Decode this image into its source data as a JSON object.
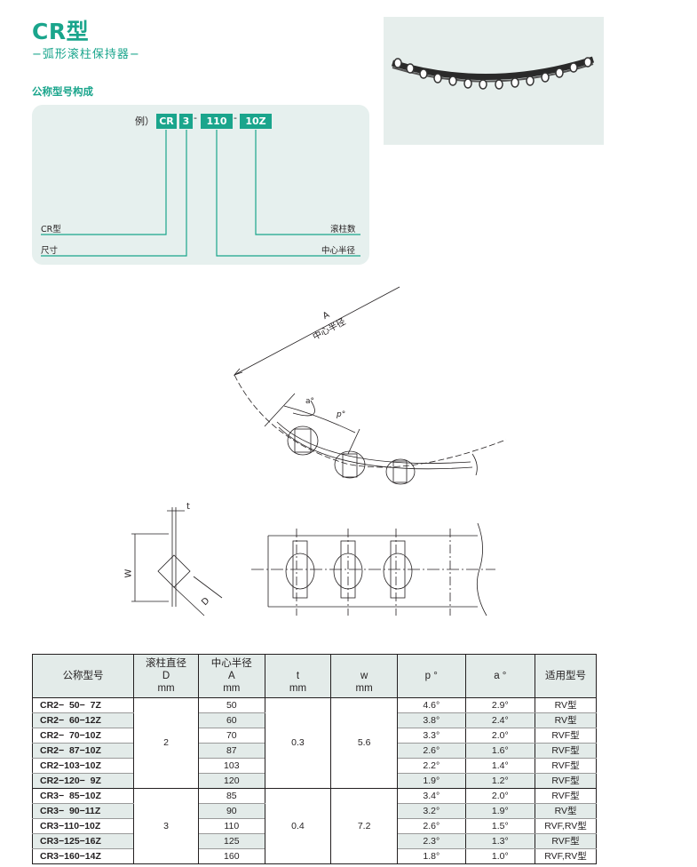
{
  "header": {
    "title": "CR型",
    "subtitle": "−弧形滚柱保持器−"
  },
  "designation": {
    "section_title": "公称型号构成",
    "example_prefix": "例）",
    "parts": [
      "CR",
      "3",
      "110",
      "10Z"
    ],
    "separators": [
      "-",
      "-"
    ],
    "labels": {
      "type": "CR型",
      "size": "尺寸",
      "rollers": "滚柱数",
      "center_radius": "中心半径"
    }
  },
  "diagram": {
    "A_label": "A",
    "A_caption": "中心半径",
    "a_label": "a°",
    "p_label": "p°",
    "t_label": "t",
    "W_label": "W",
    "D_label": "D"
  },
  "table": {
    "headers": [
      {
        "line1": "公称型号",
        "line2": "",
        "line3": ""
      },
      {
        "line1": "滚柱直径",
        "line2": "D",
        "line3": "mm"
      },
      {
        "line1": "中心半径",
        "line2": "A",
        "line3": "mm"
      },
      {
        "line1": "",
        "line2": "t",
        "line3": "mm"
      },
      {
        "line1": "",
        "line2": "w",
        "line3": "mm"
      },
      {
        "line1": "",
        "line2": "p °",
        "line3": ""
      },
      {
        "line1": "",
        "line2": "a °",
        "line3": ""
      },
      {
        "line1": "适用型号",
        "line2": "",
        "line3": ""
      }
    ],
    "group1": {
      "D": "2",
      "t": "0.3",
      "w": "5.6"
    },
    "group2": {
      "D": "3",
      "t": "0.4",
      "w": "7.2"
    },
    "rows": [
      {
        "model": "CR2−  50−  7Z",
        "A": "50",
        "p": "4.6°",
        "a": "2.9°",
        "applicable": "RV型"
      },
      {
        "model": "CR2−  60−12Z",
        "A": "60",
        "p": "3.8°",
        "a": "2.4°",
        "applicable": "RV型"
      },
      {
        "model": "CR2−  70−10Z",
        "A": "70",
        "p": "3.3°",
        "a": "2.0°",
        "applicable": "RVF型"
      },
      {
        "model": "CR2−  87−10Z",
        "A": "87",
        "p": "2.6°",
        "a": "1.6°",
        "applicable": "RVF型"
      },
      {
        "model": "CR2−103−10Z",
        "A": "103",
        "p": "2.2°",
        "a": "1.4°",
        "applicable": "RVF型"
      },
      {
        "model": "CR2−120−  9Z",
        "A": "120",
        "p": "1.9°",
        "a": "1.2°",
        "applicable": "RVF型"
      },
      {
        "model": "CR3−  85−10Z",
        "A": "85",
        "p": "3.4°",
        "a": "2.0°",
        "applicable": "RVF型"
      },
      {
        "model": "CR3−  90−11Z",
        "A": "90",
        "p": "3.2°",
        "a": "1.9°",
        "applicable": "RV型"
      },
      {
        "model": "CR3−110−10Z",
        "A": "110",
        "p": "2.6°",
        "a": "1.5°",
        "applicable": "RVF,RV型"
      },
      {
        "model": "CR3−125−16Z",
        "A": "125",
        "p": "2.3°",
        "a": "1.3°",
        "applicable": "RVF型"
      },
      {
        "model": "CR3−160−14Z",
        "A": "160",
        "p": "1.8°",
        "a": "1.0°",
        "applicable": "RVF,RV型"
      }
    ]
  },
  "colors": {
    "brand": "#1aa58c",
    "panel_bg": "#e6f0ee",
    "stripe": "#e3ebe9"
  }
}
